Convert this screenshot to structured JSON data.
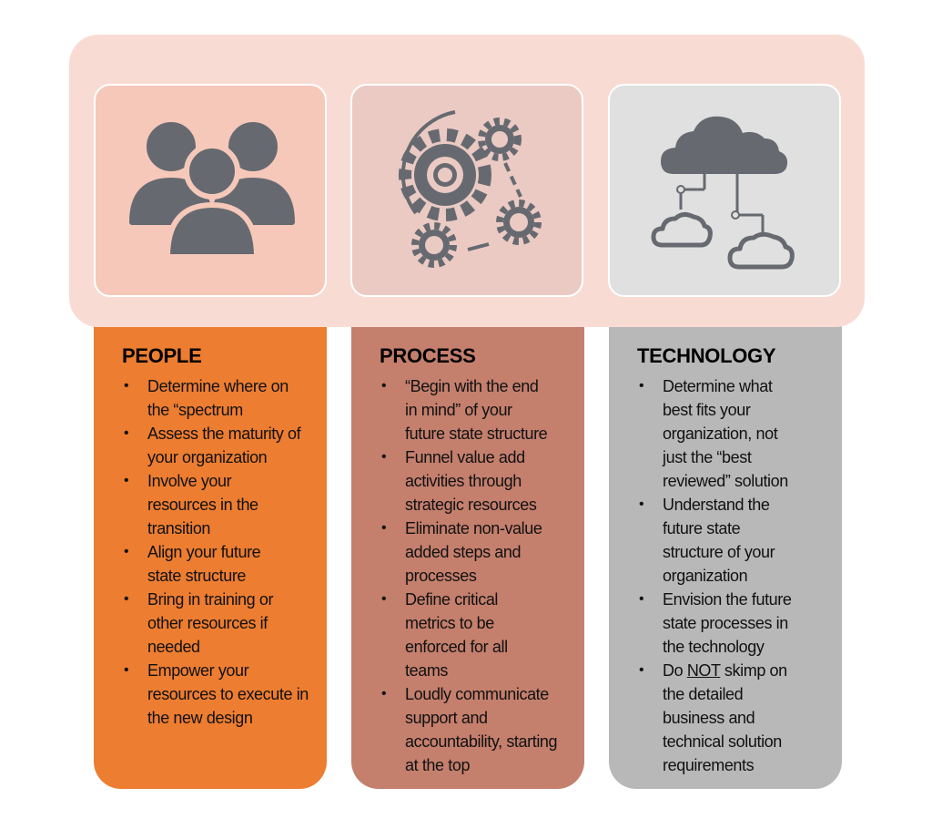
{
  "colors": {
    "banner": "#f8dcd4",
    "people_column": "#ed7d31",
    "process_column": "#c47f6d",
    "technology_column": "#b8b8b8",
    "people_tile": "#f6c8ba",
    "process_tile": "#ebcac4",
    "technology_tile": "#e0e0e0",
    "icon": "#666a70"
  },
  "icons": {
    "people": "people-group-icon",
    "process": "gears-icon",
    "technology": "cloud-network-icon"
  },
  "people": {
    "title": "PEOPLE",
    "items": [
      "Determine where on the “spectrum",
      "Assess the maturity of your organization",
      "Involve your resources in the transition",
      "Align your future state structure",
      "Bring in training or other resources if needed",
      "Empower your resources to execute in the new design"
    ]
  },
  "process": {
    "title": "PROCESS",
    "items": [
      "“Begin with the end in mind” of your future state structure",
      "Funnel value add activities through strategic resources",
      "Eliminate non-value added steps and processes",
      "Define critical metrics to be enforced for all teams",
      "Loudly communicate support and accountability, starting at the top"
    ]
  },
  "technology": {
    "title": "TECHNOLOGY",
    "items": [
      "Determine what best fits your organization, not just the “best reviewed” solution",
      "Understand the future state structure of your organization",
      "Envision the future state processes in the technology"
    ],
    "last_item_prefix": "Do",
    "last_item_emphasis": "NOT",
    "last_item_suffix": "skimp on the detailed business and technical solution requirements"
  }
}
